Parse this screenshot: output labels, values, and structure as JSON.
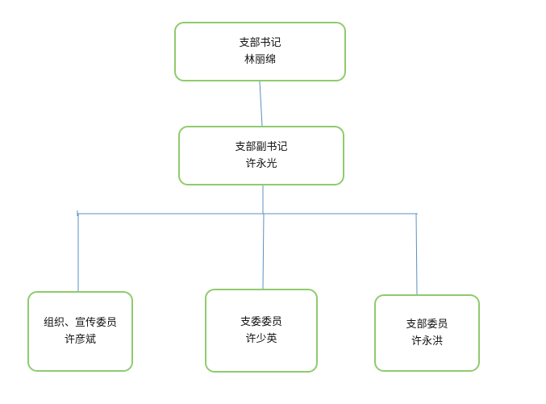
{
  "colors": {
    "node_border": "#8ecb6c",
    "connector": "#5b8fc0",
    "text": "#111111",
    "background": "#ffffff"
  },
  "nodes": {
    "secretary": {
      "title": "支部书记",
      "person": "林丽绵"
    },
    "deputy": {
      "title": "支部副书记",
      "person": "许永光"
    },
    "org_propaganda": {
      "title": "组织、宣传委员",
      "person": "许彦斌"
    },
    "committee": {
      "title": "支委委员",
      "person": "许少英"
    },
    "member": {
      "title": "支部委员",
      "person": "许永洪"
    }
  }
}
